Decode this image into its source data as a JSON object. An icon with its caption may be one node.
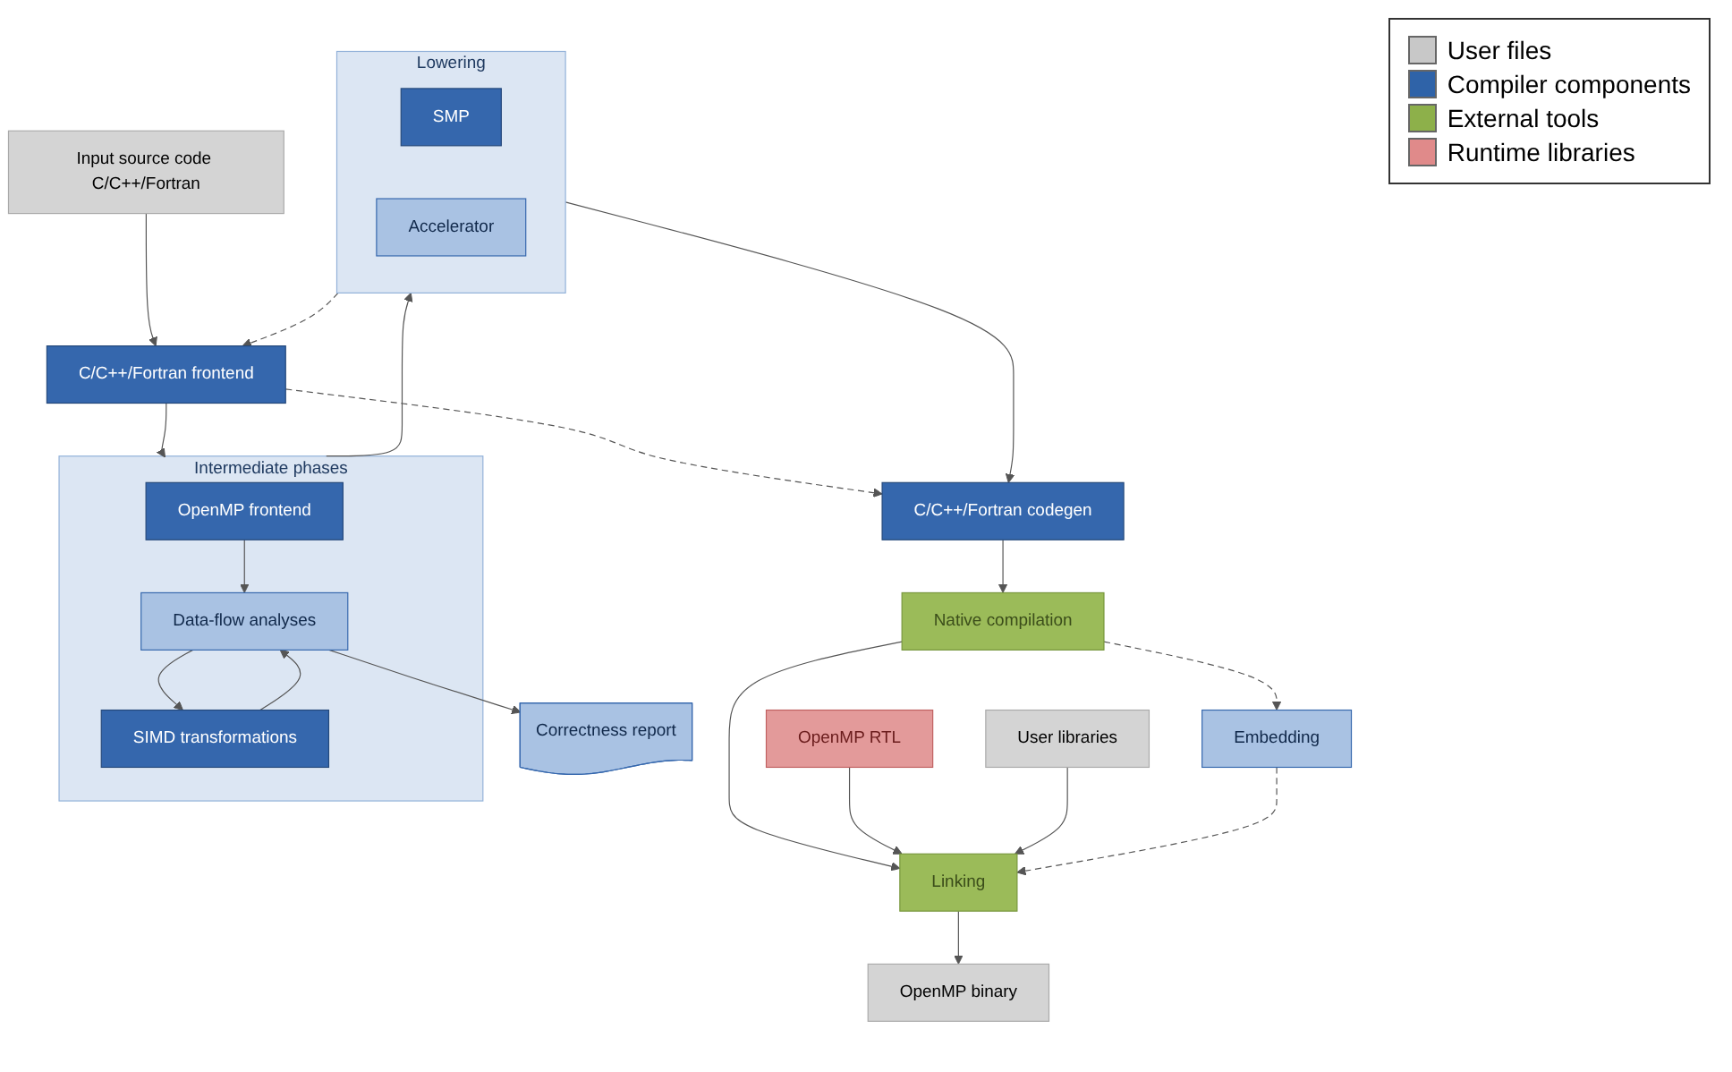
{
  "diagram": {
    "nodes": [
      {
        "text": [
          "Input source code C/C++/Fortran"
        ]
      },
      {
        "text": [
          "C/C++/Fortran frontend"
        ]
      },
      {
        "text": [
          "Intermediate phases"
        ]
      },
      {
        "text": [
          "OpenMP frontend"
        ],
        "in": 2
      },
      {
        "text": [
          "Data-flow analyses"
        ],
        "in": 2
      },
      {
        "text": [
          "SIMD transformations"
        ],
        "in": 2
      },
      {
        "text": [
          "Correctness report"
        ]
      },
      {
        "text": [
          "Lowering"
        ]
      },
      {
        "text": [
          "SMP"
        ],
        "in": 7
      },
      {
        "text": [
          "Accelerator"
        ],
        "in": 7
      },
      {
        "text": [
          "C/C++/Fortran codegen"
        ]
      },
      {
        "text": [
          "Native compilation"
        ]
      },
      {
        "text": [
          "Linking"
        ]
      },
      {
        "text": [
          "OpenMP binary"
        ]
      },
      {
        "text": [
          "OpenMP RTL"
        ]
      },
      {
        "text": [
          "User libraries"
        ]
      },
      {
        "text": [
          "Embedding"
        ]
      }
    ],
    "edges": [
      {
        "from": 0,
        "to": 1,
        "arrow": "to"
      },
      {
        "from": 1,
        "to": 2,
        "arrow": "to"
      },
      {
        "from": 3,
        "to": 4,
        "arrow": "to"
      },
      {
        "from": 4,
        "to": 5,
        "arrow": "to"
      },
      {
        "from": 5,
        "to": 4,
        "arrow": "to"
      },
      {
        "from": 4,
        "to": 6,
        "arrow": "to"
      },
      {
        "from": 2,
        "to": 7,
        "arrow": "to"
      },
      {
        "from": 7,
        "to": 1,
        "arrow": "to",
        "style": "dashed"
      },
      {
        "from": 1,
        "to": 10,
        "arrow": "to",
        "style": "dashed"
      },
      {
        "from": 7,
        "to": 10,
        "arrow": "to"
      },
      {
        "from": 10,
        "to": 11,
        "arrow": "to"
      },
      {
        "from": 11,
        "to": 12,
        "arrow": "to"
      },
      {
        "from": 12,
        "to": 13,
        "arrow": "to"
      },
      {
        "from": 14,
        "to": 12,
        "arrow": "to"
      },
      {
        "from": 15,
        "to": 12,
        "arrow": "to"
      },
      {
        "from": 11,
        "to": 16,
        "arrow": "to",
        "style": "dashed"
      },
      {
        "from": 16,
        "to": 12,
        "arrow": "to",
        "style": "dashed"
      }
    ],
    "legend": [
      {
        "text": "User files",
        "color": "#c8c8c8"
      },
      {
        "text": "Compiler components",
        "color": "#2f63a8"
      },
      {
        "text": "External tools",
        "color": "#8db04a"
      },
      {
        "text": "Runtime libraries",
        "color": "#e08a8a"
      }
    ]
  }
}
